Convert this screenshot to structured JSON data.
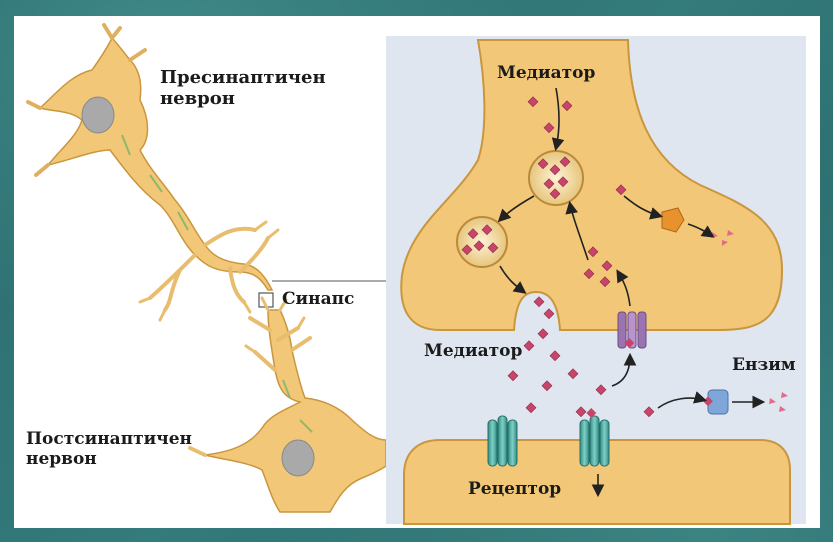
{
  "labels": {
    "presynaptic_line1": "Пресинаптичен",
    "presynaptic_line2": "неврон",
    "synapse": "Синапс",
    "postsynaptic_line1": "Постсинаптичен",
    "postsynaptic_line2": "нервон",
    "mediator_top": "Медиатор",
    "mediator_cleft": "Медиатор",
    "enzyme": "Ензим",
    "receptor": "Рецептор"
  },
  "colors": {
    "background": "#2f6f72",
    "neuron_fill": "#f2c878",
    "neuron_stroke": "#c9963e",
    "nucleus": "#a9a9a9",
    "zoom_panel": "#dfe6f0",
    "mediator": "#c8456a",
    "receptor": "#4aa8a0",
    "transporter": "#9a73b0",
    "enzyme_orange": "#e8922e",
    "enzyme_blue": "#7fa6d8"
  }
}
